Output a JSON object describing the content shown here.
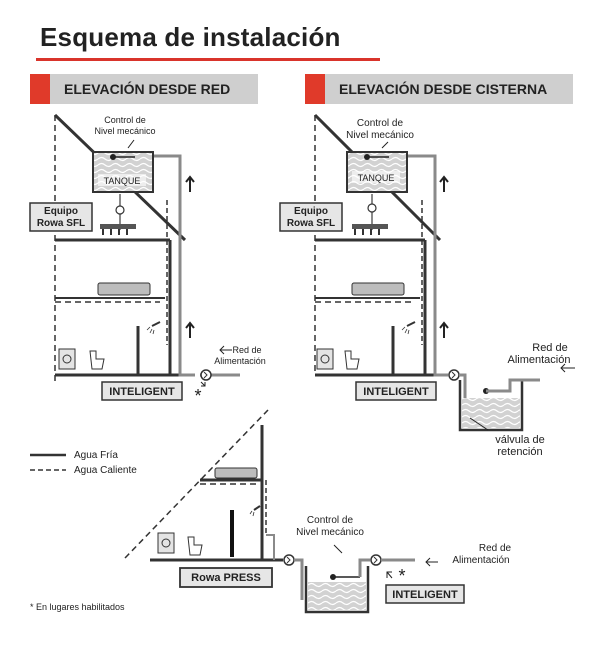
{
  "title": "Esquema de instalación",
  "sections": {
    "red": {
      "header": "ELEVACIÓN DESDE RED"
    },
    "cisterna": {
      "header": "ELEVACIÓN DESDE CISTERNA"
    }
  },
  "labels": {
    "control_nivel_1": "Control de",
    "control_nivel_2": "Nivel mecánico",
    "tanque": "TANQUE",
    "equipo_1": "Equipo",
    "equipo_2": "Rowa SFL",
    "red_alim_1": "Red de",
    "red_alim_2": "Alimentación",
    "inteligent": "INTELIGENT",
    "asterisk": "*",
    "valvula_1": "válvula de",
    "valvula_2": "retención",
    "rowa_press": "Rowa PRESS"
  },
  "legend": {
    "cold": "Agua Fría",
    "hot": "Agua Caliente"
  },
  "footnote": "* En lugares habilitados",
  "colors": {
    "accent_red": "#e03a2a",
    "header_bg": "#cfcfcf",
    "line": "#333333",
    "pipe": "#8a8a8a"
  }
}
